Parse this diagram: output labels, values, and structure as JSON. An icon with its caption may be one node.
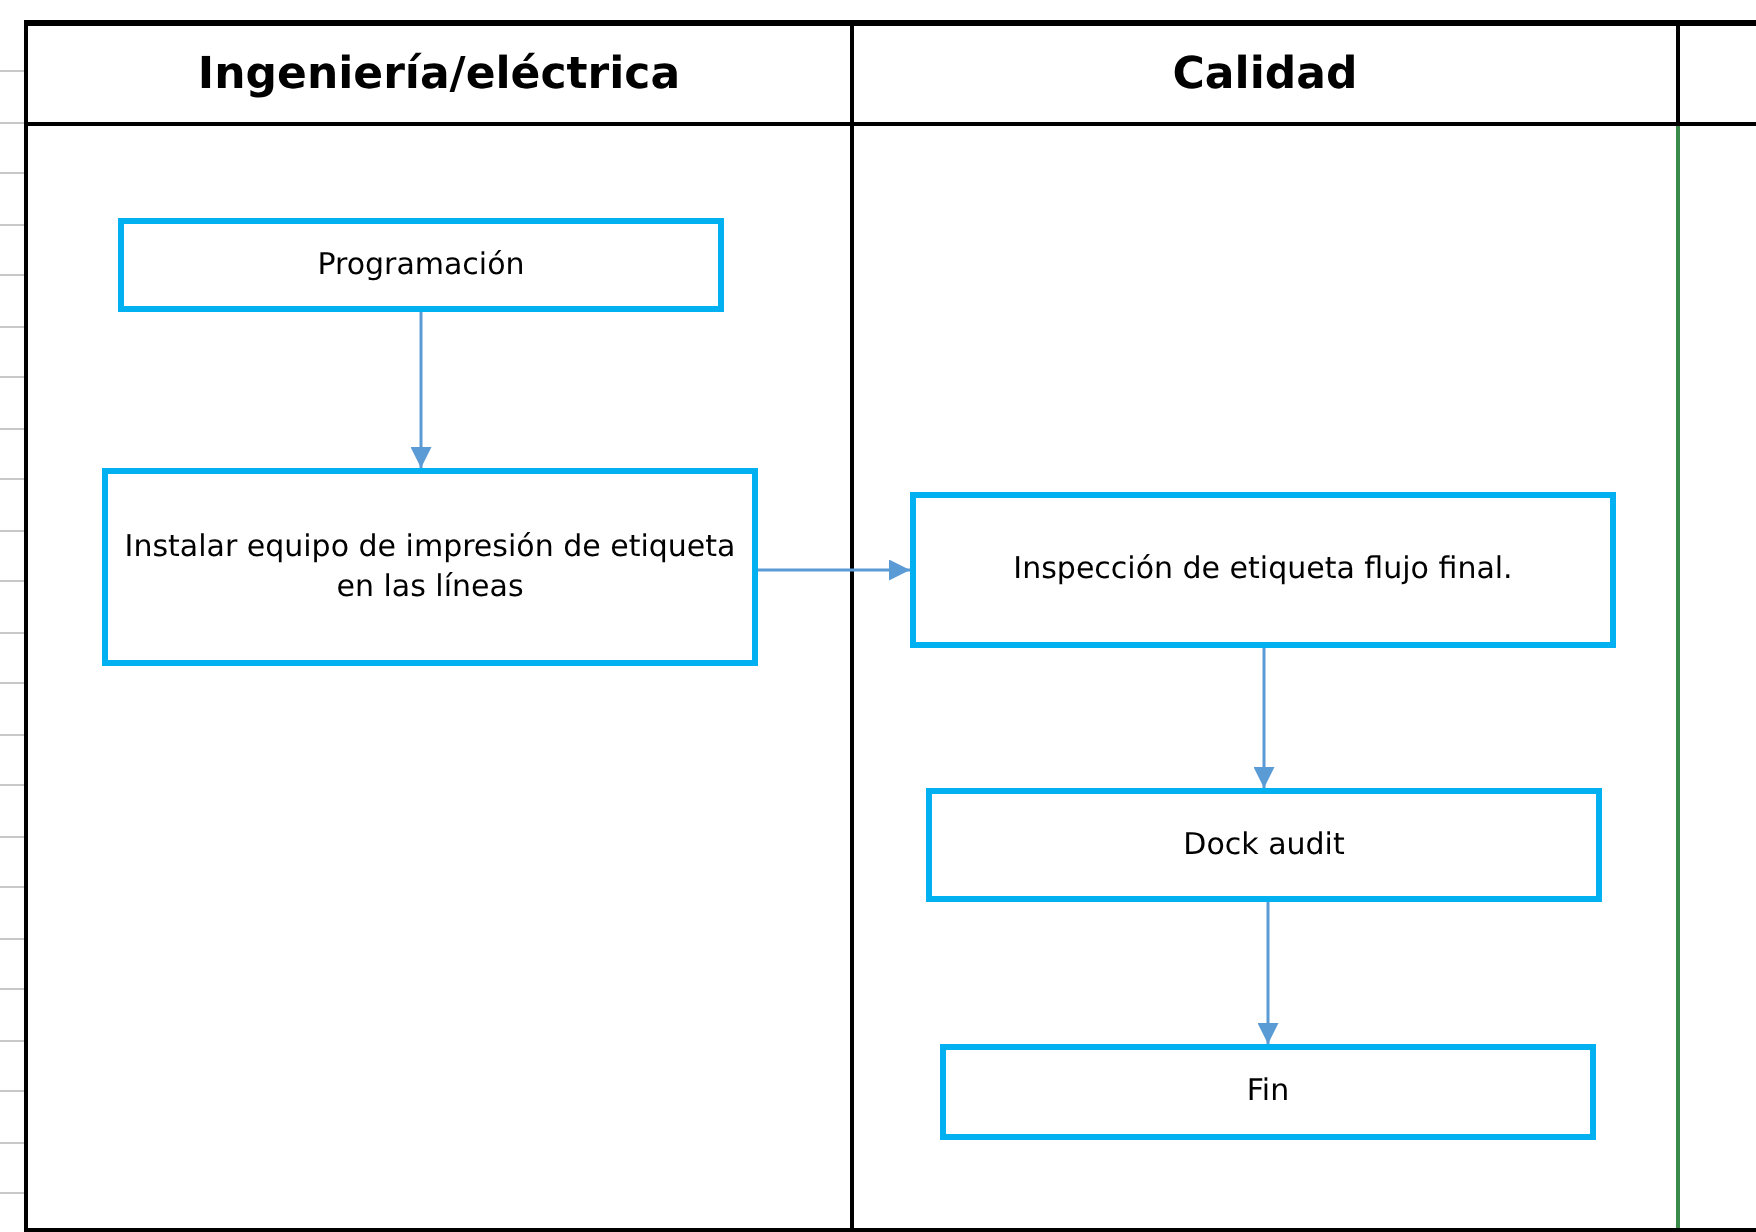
{
  "diagram": {
    "nodes": [
      {
        "text": [
          "Ingeniería/eléctrica"
        ]
      },
      {
        "text": [
          "Calidad"
        ]
      },
      {
        "text": [],
        "shape": "box"
      },
      {
        "text": [
          "Programación"
        ],
        "in": 0
      },
      {
        "text": [
          "Instalar equipo de impresión de etiqueta en las líneas"
        ],
        "in": 0
      },
      {
        "text": [
          "Inspección de etiqueta flujo final."
        ],
        "in": 1
      },
      {
        "text": [
          "Dock audit"
        ],
        "in": 1
      },
      {
        "text": [
          "Fin"
        ],
        "in": 1
      }
    ],
    "edges": [
      {
        "from": 3,
        "to": 4,
        "arrow": "to"
      },
      {
        "from": 4,
        "to": 5,
        "arrow": "to"
      },
      {
        "from": 5,
        "to": 6,
        "arrow": "to"
      },
      {
        "from": 6,
        "to": 7,
        "arrow": "to"
      }
    ]
  }
}
